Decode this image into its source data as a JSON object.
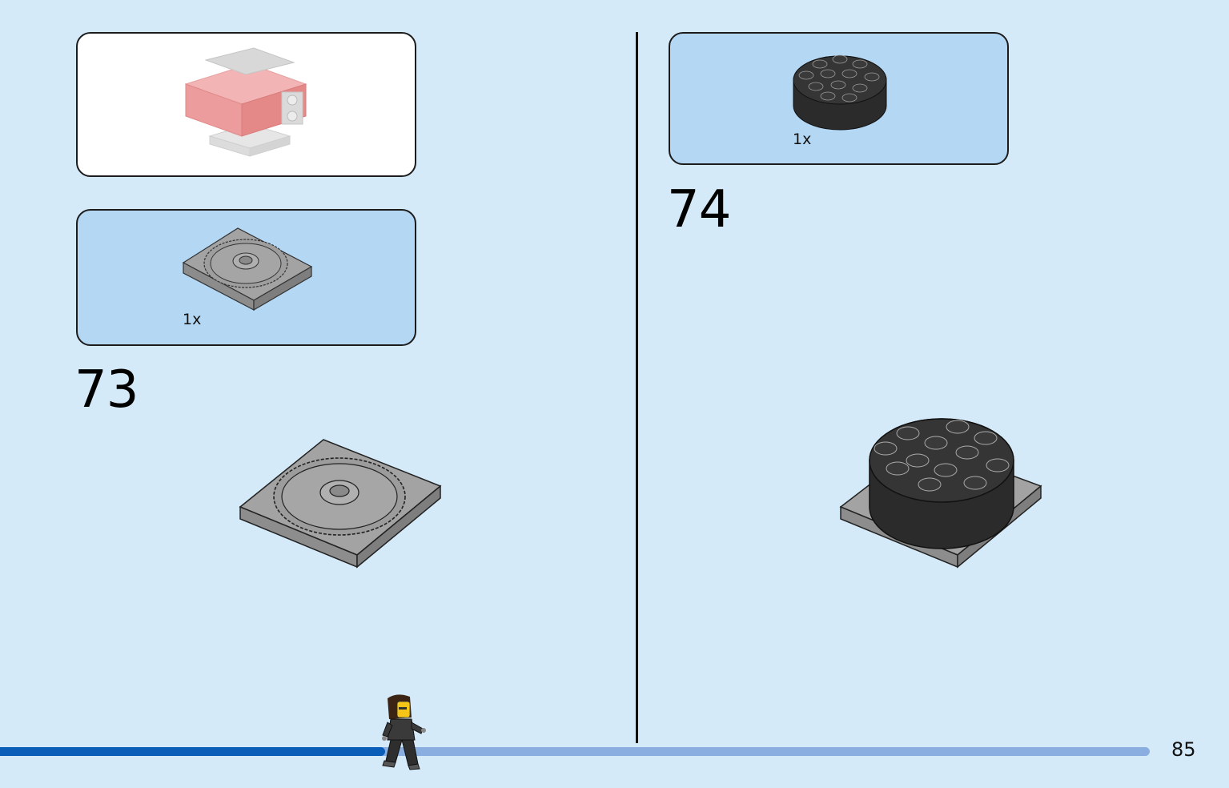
{
  "page": {
    "number": "85"
  },
  "progress": {
    "fraction": 0.335
  },
  "steps": [
    {
      "number": "73",
      "parts": [
        {
          "qty": "1x",
          "part": "turntable-base-icon"
        }
      ],
      "context_model": "engine-assembly-icon",
      "result": "turntable-base-icon"
    },
    {
      "number": "74",
      "parts": [
        {
          "qty": "1x",
          "part": "round-brick-4x4-black-icon"
        }
      ],
      "result": "turntable-with-round-brick-icon"
    }
  ],
  "colors": {
    "background": "#d5eaf8",
    "parts_panel": "#b4d7f4",
    "progress_done": "#0a5eb8",
    "progress_remaining": "#8aaee0",
    "brick_gray": "#999999",
    "brick_black": "#2b2b2b",
    "engine_red": "#e8898a"
  },
  "mascot": "minifigure-runner-icon"
}
